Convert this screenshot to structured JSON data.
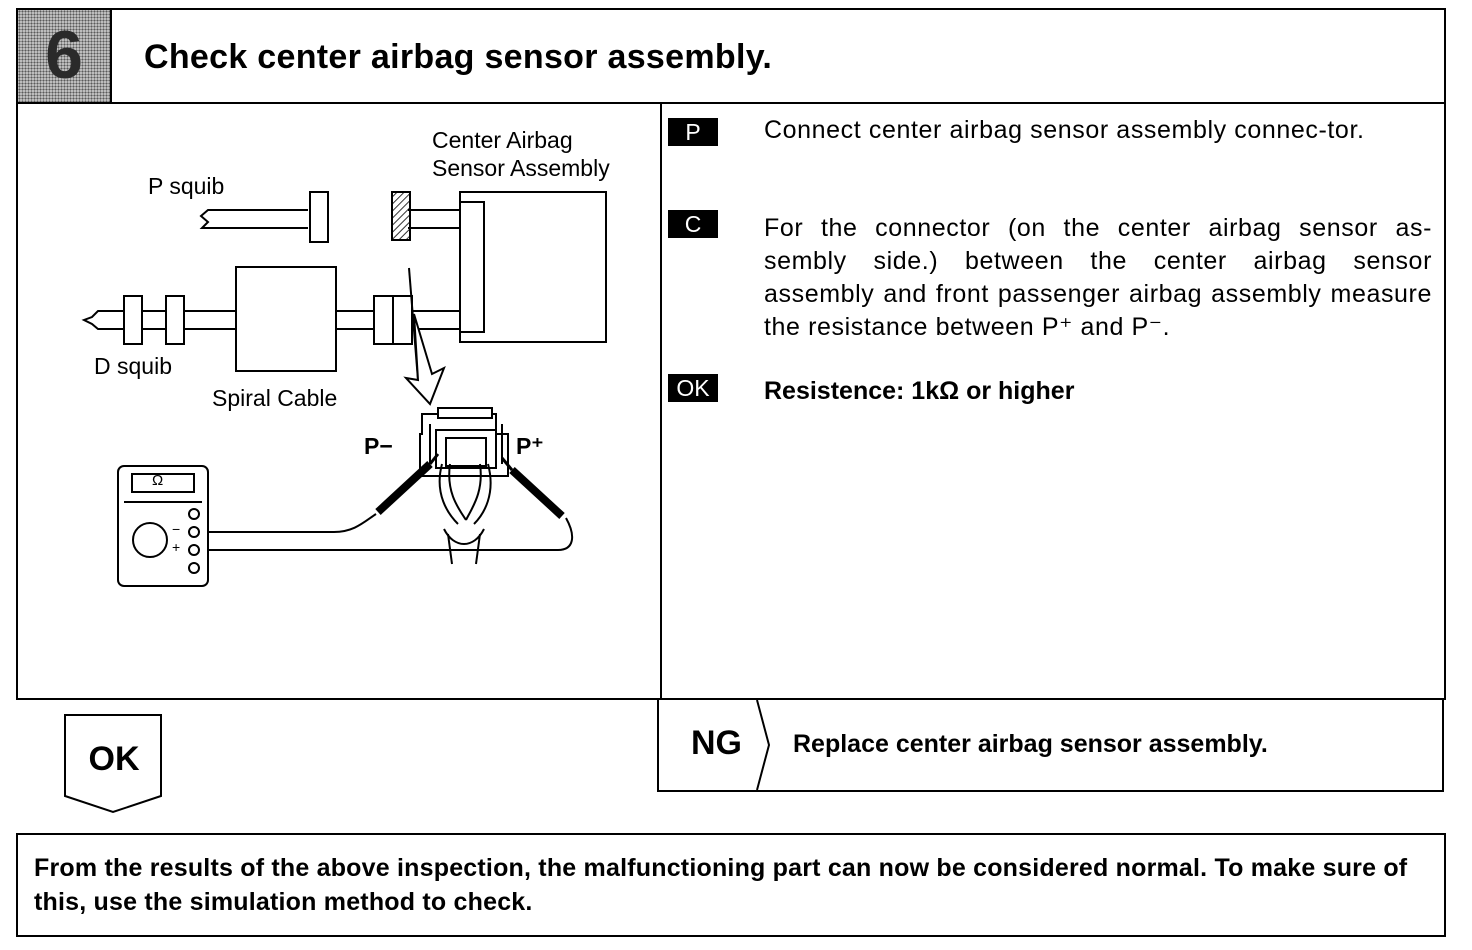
{
  "header": {
    "step_number": "6",
    "title": "Check center airbag sensor assembly."
  },
  "diagram": {
    "labels": {
      "center_airbag_line1": "Center Airbag",
      "center_airbag_line2": "Sensor Assembly",
      "p_squib": "P squib",
      "d_squib": "D squib",
      "spiral_cable": "Spiral Cable",
      "p_minus": "P−",
      "p_plus": "P⁺",
      "ohm_symbol": "Ω",
      "meter_minus": "−",
      "meter_plus": "+"
    }
  },
  "instructions": {
    "p_badge": "P",
    "p_text": "Connect center airbag sensor assembly connec-tor.",
    "c_badge": "C",
    "c_text": "For the connector (on the center airbag sensor as-sembly side.) between the center airbag sensor assembly and front passenger airbag assembly measure the resistance between P⁺ and P⁻.",
    "ok_badge": "OK",
    "ok_text": "Resistence:   1kΩ or higher"
  },
  "ng": {
    "label": "NG",
    "action": "Replace center airbag sensor assembly."
  },
  "ok_arrow": {
    "label": "OK"
  },
  "footer": {
    "text": "From the results of the above inspection, the malfunctioning part can now be considered normal. To make sure of this, use the simulation method to check."
  }
}
